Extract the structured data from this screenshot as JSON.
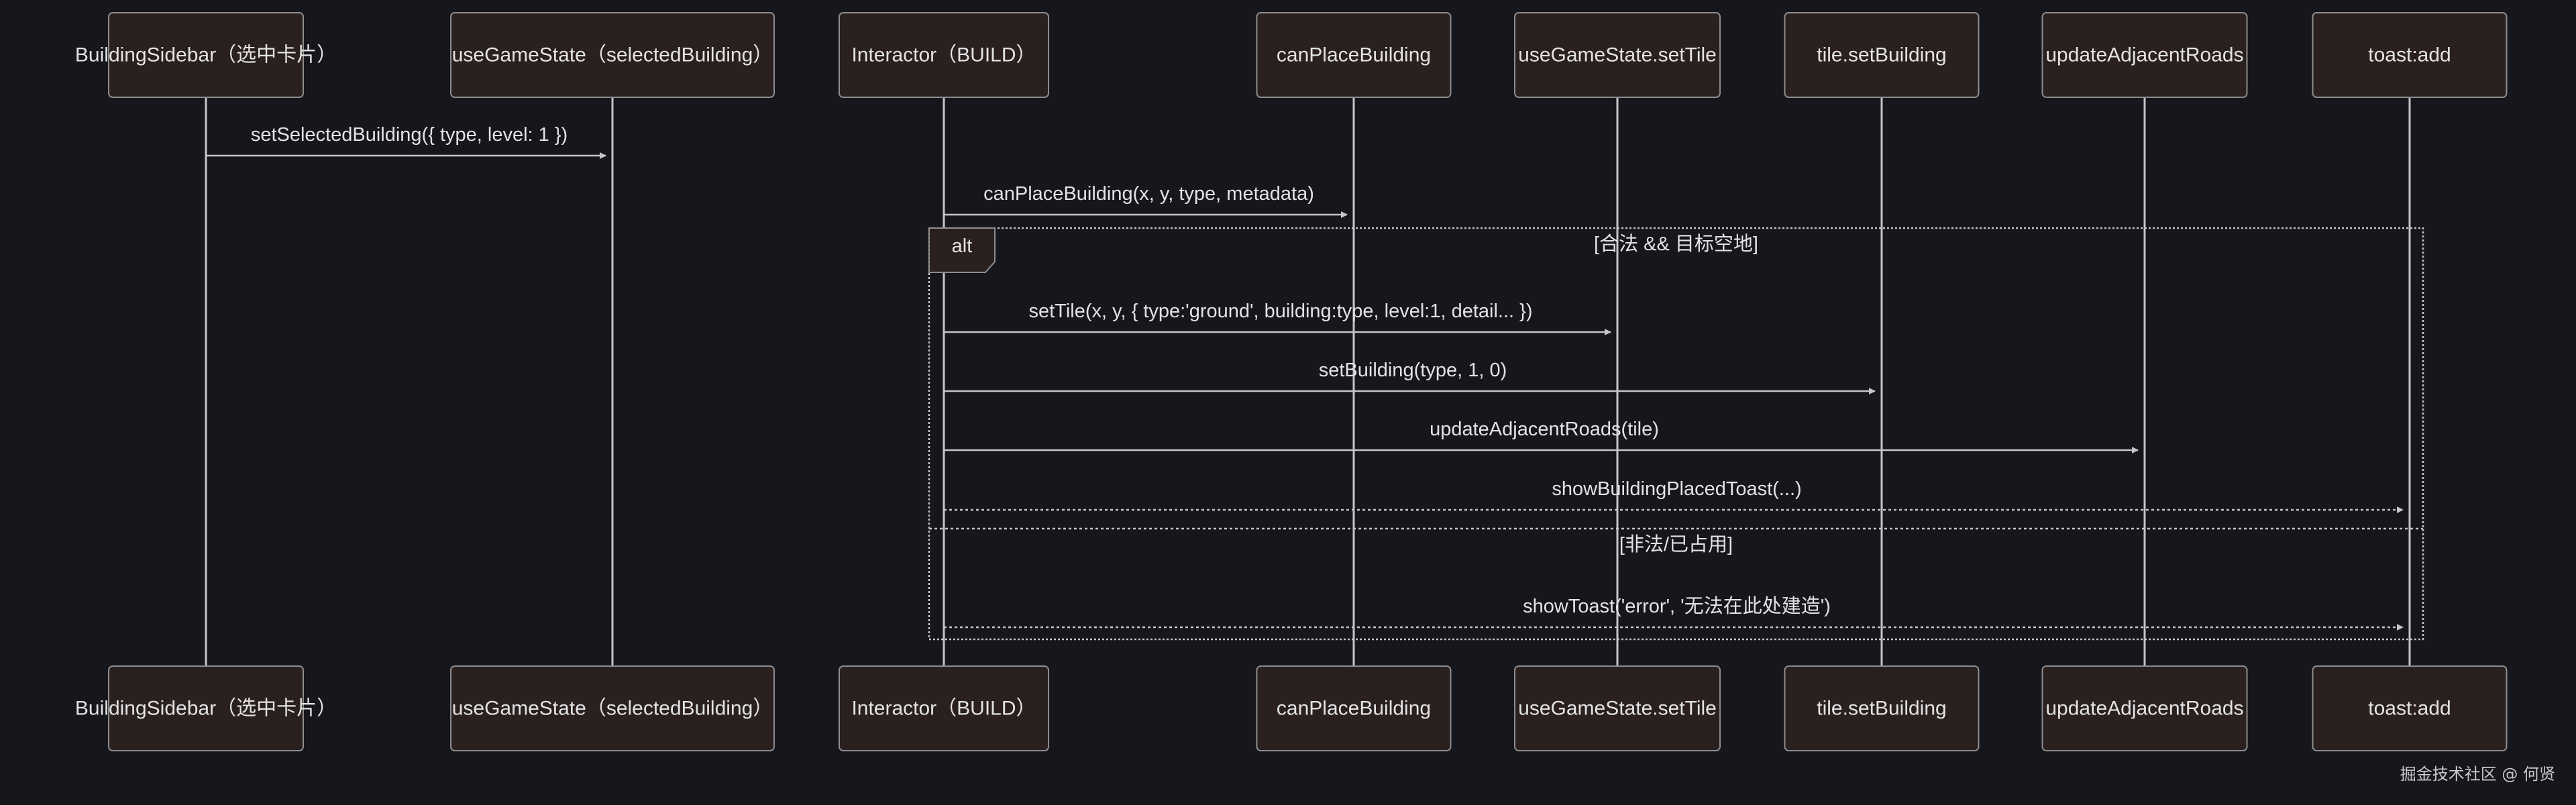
{
  "diagram": {
    "type": "sequence",
    "participants": [
      {
        "id": "sidebar",
        "label": "BuildingSidebar（选中卡片）"
      },
      {
        "id": "gamestate",
        "label": "useGameState（selectedBuilding）"
      },
      {
        "id": "interactor",
        "label": "Interactor（BUILD）"
      },
      {
        "id": "canplace",
        "label": "canPlaceBuilding"
      },
      {
        "id": "settile",
        "label": "useGameState.setTile"
      },
      {
        "id": "setbuilding",
        "label": "tile.setBuilding"
      },
      {
        "id": "roads",
        "label": "updateAdjacentRoads"
      },
      {
        "id": "toast",
        "label": "toast:add"
      }
    ],
    "messages": [
      {
        "from": "sidebar",
        "to": "gamestate",
        "label": "setSelectedBuilding({ type, level: 1 })",
        "style": "solid"
      },
      {
        "from": "interactor",
        "to": "canplace",
        "label": "canPlaceBuilding(x, y, type, metadata)",
        "style": "solid"
      },
      {
        "from": "interactor",
        "to": "settile",
        "label": "setTile(x, y, { type:'ground', building:type, level:1, detail... })",
        "style": "solid"
      },
      {
        "from": "interactor",
        "to": "setbuilding",
        "label": "setBuilding(type, 1, 0)",
        "style": "solid"
      },
      {
        "from": "interactor",
        "to": "roads",
        "label": "updateAdjacentRoads(tile)",
        "style": "solid"
      },
      {
        "from": "interactor",
        "to": "toast",
        "label": "showBuildingPlacedToast(...)",
        "style": "dashed"
      },
      {
        "from": "interactor",
        "to": "toast",
        "label": "showToast('error', '无法在此处建造')",
        "style": "dashed"
      }
    ],
    "alt_block": {
      "tag": "alt",
      "condition_true": "[合法 && 目标空地]",
      "condition_false": "[非法/已占用]"
    }
  },
  "watermark": "掘金技术社区 @ 何贤",
  "colors": {
    "background": "#16161d",
    "box_fill": "#2b2020",
    "box_stroke": "#8d8d8d",
    "line": "#c6c6c6",
    "text": "#e3e3e3"
  }
}
